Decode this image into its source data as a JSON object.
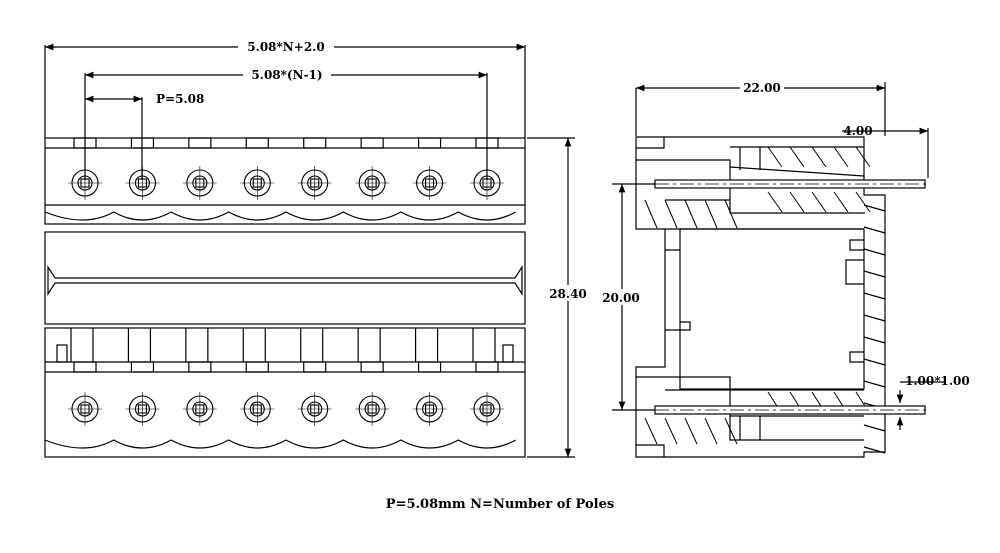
{
  "front_view": {
    "dim_overall": "5.08*N+2.0",
    "dim_span": "5.08*(N-1)",
    "dim_pitch": "P=5.08",
    "dim_height": "28.40",
    "pole_count": 8
  },
  "side_view": {
    "dim_depth": "22.00",
    "dim_pin_protrusion": "4.00",
    "dim_pin_spacing": "20.00",
    "dim_pin_section": "1.00*1.00"
  },
  "caption": "P=5.08mm  N=Number of Poles"
}
